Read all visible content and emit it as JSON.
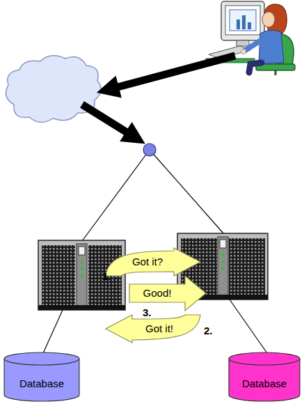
{
  "diagram": {
    "nodes": [
      {
        "text": [
          "Got it?"
        ]
      },
      {
        "text": [
          "Good!"
        ]
      },
      {
        "text": [
          "Got it!"
        ]
      },
      {
        "text": [
          "Database"
        ]
      },
      {
        "text": [
          "Database"
        ]
      }
    ],
    "labels": [
      "1.",
      "3.",
      "2."
    ]
  }
}
